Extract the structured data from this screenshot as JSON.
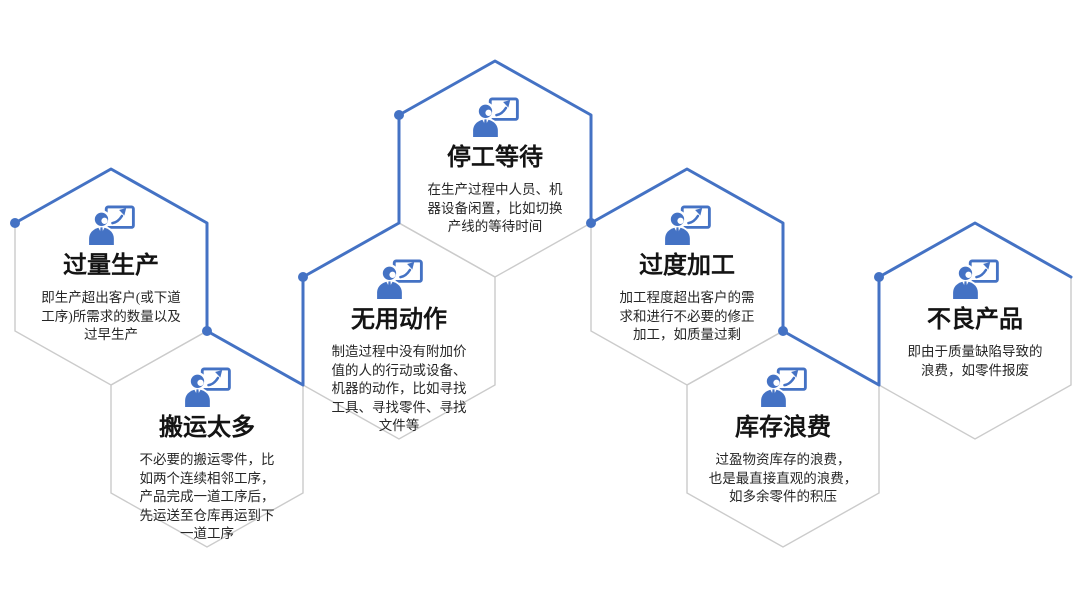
{
  "colors": {
    "accent_blue": "#4472C4",
    "edge_gray": "#CBCBCB",
    "title_color": "#141414",
    "body_color": "#262626",
    "background": "#FFFFFF"
  },
  "hexagons": [
    {
      "title": "过量生产",
      "desc": "即生产超出客户(或下道\n工序)所需求的数量以及\n过早生产",
      "icon": "presenter-chart-icon"
    },
    {
      "title": "搬运太多",
      "desc": "不必要的搬运零件，比\n如两个连续相邻工序，\n产品完成一道工序后，\n先运送至仓库再运到下\n一道工序",
      "icon": "presenter-chart-icon"
    },
    {
      "title": "无用动作",
      "desc": "制造过程中没有附加价\n值的人的行动或设备、\n机器的动作，比如寻找\n工具、寻找零件、寻找\n文件等",
      "icon": "presenter-chart-icon"
    },
    {
      "title": "停工等待",
      "desc": "在生产过程中人员、机\n器设备闲置，比如切换\n产线的等待时间",
      "icon": "presenter-chart-icon"
    },
    {
      "title": "过度加工",
      "desc": "加工程度超出客户的需\n求和进行不必要的修正\n加工，如质量过剩",
      "icon": "presenter-chart-icon"
    },
    {
      "title": "库存浪费",
      "desc": "过盈物资库存的浪费，\n也是最直接直观的浪费，\n如多余零件的积压",
      "icon": "presenter-chart-icon"
    },
    {
      "title": "不良产品",
      "desc": "即由于质量缺陷导致的\n浪费，如零件报废",
      "icon": "presenter-chart-icon"
    }
  ]
}
